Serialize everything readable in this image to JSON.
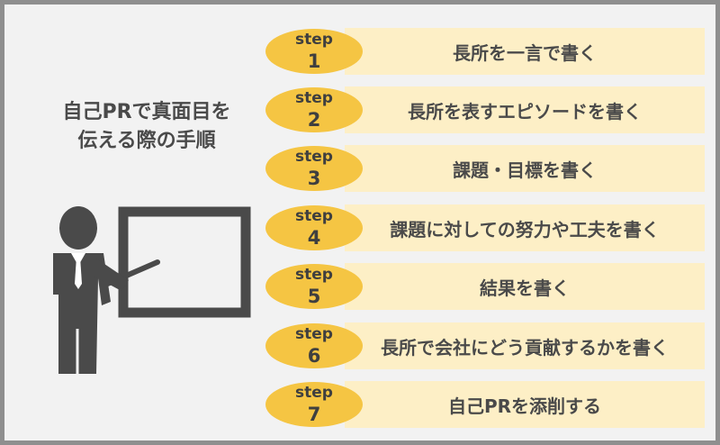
{
  "title": {
    "line1": "自己PRで真面目を",
    "line2": "伝える際の手順"
  },
  "step_word": "step",
  "steps": [
    {
      "number": "1",
      "text": "長所を一言で書く"
    },
    {
      "number": "2",
      "text": "長所を表すエピソードを書く"
    },
    {
      "number": "3",
      "text": "課題・目標を書く"
    },
    {
      "number": "4",
      "text": "課題に対しての努力や工夫を書く"
    },
    {
      "number": "5",
      "text": "結果を書く"
    },
    {
      "number": "6",
      "text": "長所で会社にどう貢献するかを書く"
    },
    {
      "number": "7",
      "text": "自己PRを添削する"
    }
  ],
  "colors": {
    "badge": "#f5c543",
    "bar": "#fdefc6",
    "text": "#4a4a4a",
    "figure": "#4a4a4a"
  },
  "icons": {
    "figure": "presenter-at-board-icon"
  }
}
